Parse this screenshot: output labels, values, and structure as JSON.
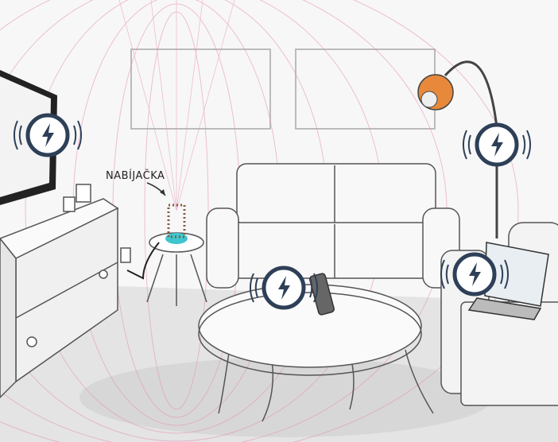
{
  "charger_label": "NABÍJAČKA",
  "colors": {
    "field_lines": "#e58fb8",
    "badge_ring": "#2e4058",
    "badge_fill": "#ffffff",
    "lamp_shade": "#e8883a",
    "charger_glow": "#3fc6cf"
  },
  "icons": [
    "lightning-badge-tv",
    "lightning-badge-lamp",
    "lightning-badge-phone",
    "lightning-badge-laptop"
  ]
}
